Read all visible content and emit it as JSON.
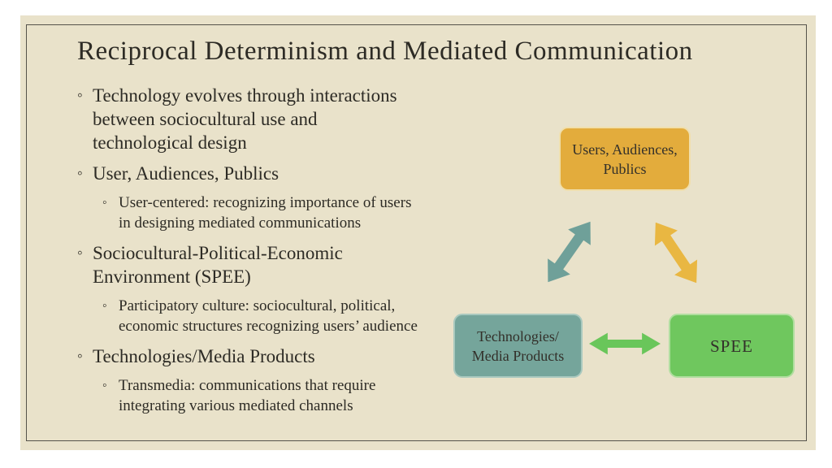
{
  "slide": {
    "title": "Reciprocal Determinism and Mediated Communication",
    "bullet_marker": "◦",
    "items": [
      {
        "level": 1,
        "lines": [
          "Technology evolves through interactions",
          "between sociocultural use and",
          "technological design"
        ]
      },
      {
        "level": 1,
        "lines": [
          "User, Audiences, Publics"
        ]
      },
      {
        "level": 2,
        "lines": [
          "User-centered: recognizing importance of users",
          "in designing mediated communications"
        ]
      },
      {
        "level": 1,
        "lines": [
          "Sociocultural-Political-Economic",
          "Environment (SPEE)"
        ]
      },
      {
        "level": 2,
        "lines": [
          "Participatory culture: sociocultural, political,",
          "economic structures recognizing users’ audience"
        ]
      },
      {
        "level": 1,
        "lines": [
          "Technologies/Media Products"
        ]
      },
      {
        "level": 2,
        "lines": [
          "Transmedia: communications that require",
          "integrating various mediated channels"
        ]
      }
    ]
  },
  "diagram": {
    "nodes": [
      {
        "id": "users-audiences-publics",
        "lines": [
          "Users, Audiences,",
          "Publics"
        ],
        "fill": "#E3AC3C",
        "border": "#F0DFAC"
      },
      {
        "id": "technologies-media-products",
        "lines": [
          "Technologies/",
          "Media Products"
        ],
        "fill": "#75A59B",
        "border": "#A9C9BF"
      },
      {
        "id": "spee",
        "lines": [
          "SPEE"
        ],
        "fill": "#6FC75E",
        "border": "#B0DE9F"
      }
    ],
    "arrows": [
      {
        "id": "technologies-users",
        "type": "double-headed",
        "direction": "diagonal-up-right",
        "color": "#6FA099"
      },
      {
        "id": "users-spee",
        "type": "double-headed",
        "direction": "diagonal-down-right",
        "color": "#E9B742"
      },
      {
        "id": "technologies-spee",
        "type": "double-headed",
        "direction": "horizontal",
        "color": "#69C65A"
      }
    ]
  },
  "colors": {
    "page_background": "#FFFFFF",
    "slide_background": "#E9E2CA",
    "slide_border": "#55524A",
    "text": "#2D2B25"
  }
}
